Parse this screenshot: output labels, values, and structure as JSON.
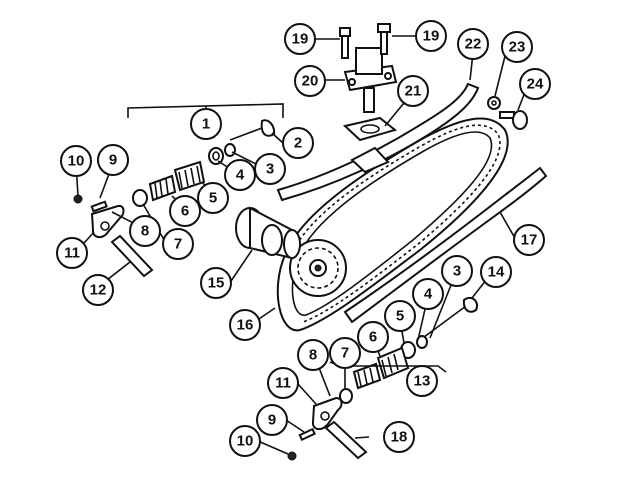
{
  "callouts": [
    {
      "id": "c1",
      "label": "1"
    },
    {
      "id": "c2",
      "label": "2"
    },
    {
      "id": "c3a",
      "label": "3"
    },
    {
      "id": "c3b",
      "label": "3"
    },
    {
      "id": "c4a",
      "label": "4"
    },
    {
      "id": "c4b",
      "label": "4"
    },
    {
      "id": "c5a",
      "label": "5"
    },
    {
      "id": "c5b",
      "label": "5"
    },
    {
      "id": "c6a",
      "label": "6"
    },
    {
      "id": "c6b",
      "label": "6"
    },
    {
      "id": "c7a",
      "label": "7"
    },
    {
      "id": "c7b",
      "label": "7"
    },
    {
      "id": "c8a",
      "label": "8"
    },
    {
      "id": "c8b",
      "label": "8"
    },
    {
      "id": "c9a",
      "label": "9"
    },
    {
      "id": "c9b",
      "label": "9"
    },
    {
      "id": "c10a",
      "label": "10"
    },
    {
      "id": "c10b",
      "label": "10"
    },
    {
      "id": "c11a",
      "label": "11"
    },
    {
      "id": "c11b",
      "label": "11"
    },
    {
      "id": "c12",
      "label": "12"
    },
    {
      "id": "c13",
      "label": "13"
    },
    {
      "id": "c14",
      "label": "14"
    },
    {
      "id": "c15",
      "label": "15"
    },
    {
      "id": "c16",
      "label": "16"
    },
    {
      "id": "c17",
      "label": "17"
    },
    {
      "id": "c18",
      "label": "18"
    },
    {
      "id": "c19a",
      "label": "19"
    },
    {
      "id": "c19b",
      "label": "19"
    },
    {
      "id": "c20",
      "label": "20"
    },
    {
      "id": "c21",
      "label": "21"
    },
    {
      "id": "c22",
      "label": "22"
    },
    {
      "id": "c23",
      "label": "23"
    },
    {
      "id": "c24",
      "label": "24"
    }
  ]
}
